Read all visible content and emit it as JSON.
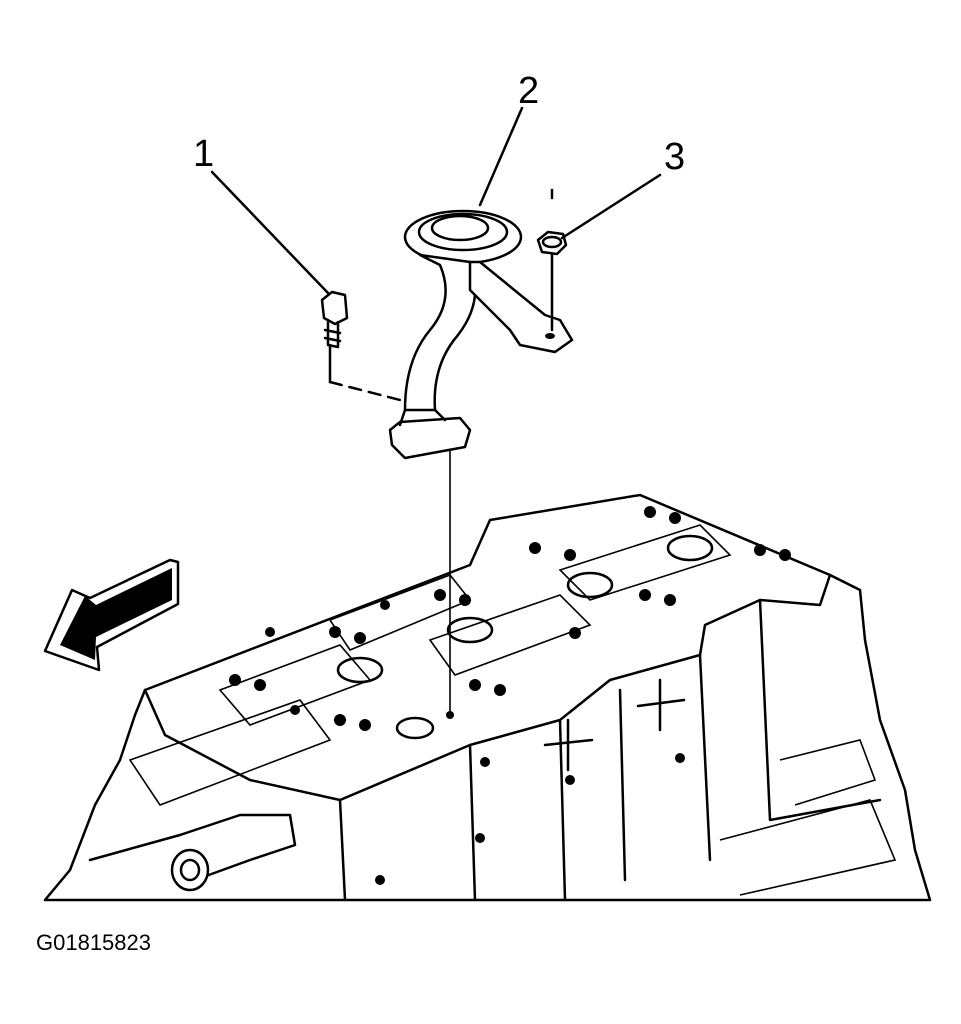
{
  "callouts": [
    {
      "id": "1",
      "label": "1"
    },
    {
      "id": "2",
      "label": "2"
    },
    {
      "id": "3",
      "label": "3"
    }
  ],
  "figure_id": "G01815823",
  "icons": {
    "direction_arrow": "front-direction-arrow-icon",
    "bolt": "bolt-icon",
    "nut": "nut-icon",
    "tube": "oil-pump-pickup-tube-icon",
    "engine": "engine-block-icon"
  },
  "colors": {
    "line": "#000000",
    "background": "#ffffff"
  }
}
